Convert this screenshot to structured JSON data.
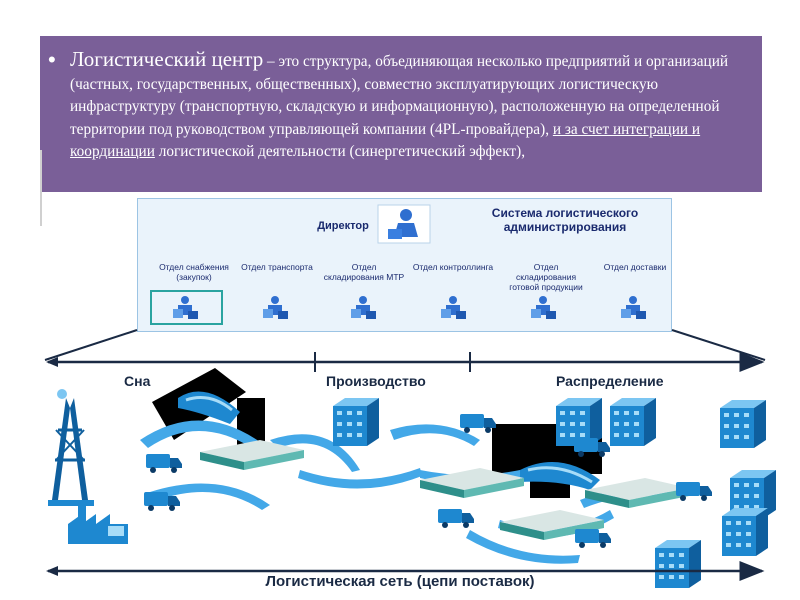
{
  "definition": {
    "term": "Логистический центр",
    "text_1": " – это структура, объединяющая несколько предприятий и организаций (частных,  государственных, общественных), совместно эксплуатирующих логистическую инфраструктуру (транспортную, складскую и информационную), расположенную на определенной территории под руководством управляющей компании (4PL-провайдера), ",
    "underlined_1": "и за счет интеграции и координации",
    "text_2": " логистической деятельности (синергетический эффект),"
  },
  "org_chart": {
    "director": "Директор",
    "system_title": "Система логистического администрирования",
    "departments": [
      "Отдел снабжения (закупок)",
      "Отдел транспорта",
      "Отдел складирования МТР",
      "Отдел контроллинга",
      "Отдел складирования готовой продукции",
      "Отдел доставки"
    ]
  },
  "scene": {
    "stage_supply": "Сна",
    "stage_production": "Производство",
    "stage_distribution": "Распределение",
    "network_label": "Логистическая сеть  (цепи поставок)"
  },
  "colors": {
    "box_bg": "#7a5f98",
    "accent_blue": "#1e88d0",
    "dark_navy": "#1a2a44"
  }
}
